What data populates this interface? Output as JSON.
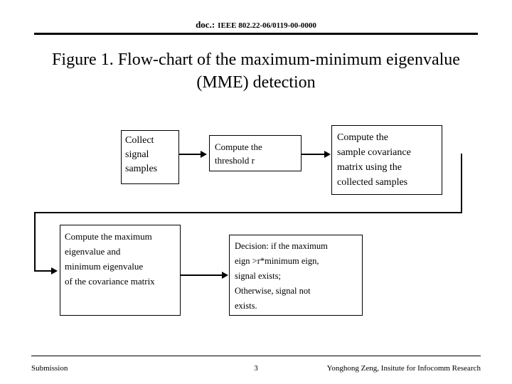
{
  "header": {
    "doc_label": "doc.:",
    "doc_number": "IEEE 802.22-06/0119-00-0000"
  },
  "title": "Figure 1. Flow-chart of the maximum-minimum eigenvalue (MME) detection",
  "flowchart": {
    "type": "flow",
    "boxes": [
      {
        "id": "collect",
        "text": "Collect\nsignal\nsamples"
      },
      {
        "id": "threshold",
        "text": "Compute the\nthreshold r"
      },
      {
        "id": "covariance",
        "text": "Compute the\nsample covariance\nmatrix using the\ncollected  samples"
      },
      {
        "id": "eigen",
        "text": "Compute the maximum\neigenvalue  and\nminimum  eigenvalue\nof the covariance matrix"
      },
      {
        "id": "decision",
        "text": "Decision: if the maximum\neign >r*minimum eign,\nsignal exists;\nOtherwise, signal not\nexists."
      }
    ],
    "connectors": [
      {
        "from": "collect",
        "to": "threshold"
      },
      {
        "from": "threshold",
        "to": "covariance"
      },
      {
        "from": "covariance",
        "to": "eigen"
      },
      {
        "from": "eigen",
        "to": "decision"
      }
    ]
  },
  "footer": {
    "left": "Submission",
    "page": "3",
    "right": "Yonghong Zeng, Insitute for Infocomm Research"
  }
}
